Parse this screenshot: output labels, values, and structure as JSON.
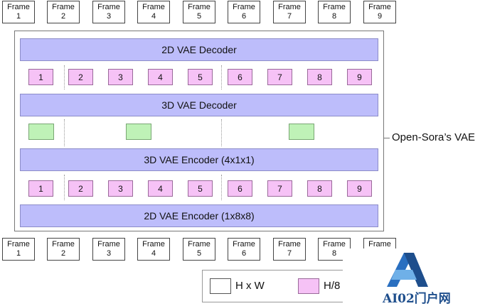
{
  "top_frames": [
    {
      "line1": "Frame",
      "line2": "1"
    },
    {
      "line1": "Frame",
      "line2": "2"
    },
    {
      "line1": "Frame",
      "line2": "3"
    },
    {
      "line1": "Frame",
      "line2": "4"
    },
    {
      "line1": "Frame",
      "line2": "5"
    },
    {
      "line1": "Frame",
      "line2": "6"
    },
    {
      "line1": "Frame",
      "line2": "7"
    },
    {
      "line1": "Frame",
      "line2": "8"
    },
    {
      "line1": "Frame",
      "line2": "9"
    }
  ],
  "bottom_frames": [
    {
      "line1": "Frame",
      "line2": "1"
    },
    {
      "line1": "Frame",
      "line2": "2"
    },
    {
      "line1": "Frame",
      "line2": "3"
    },
    {
      "line1": "Frame",
      "line2": "4"
    },
    {
      "line1": "Frame",
      "line2": "5"
    },
    {
      "line1": "Frame",
      "line2": "6"
    },
    {
      "line1": "Frame",
      "line2": "7"
    },
    {
      "line1": "Frame",
      "line2": "8"
    },
    {
      "line1": "Frame",
      "line2": ""
    }
  ],
  "blocks": {
    "decoder_2d": "2D VAE Decoder",
    "decoder_3d": "3D VAE Decoder",
    "encoder_3d": "3D VAE Encoder (4x1x1)",
    "encoder_2d": "2D VAE Encoder (1x8x8)"
  },
  "upper_tokens": [
    "1",
    "2",
    "3",
    "4",
    "5",
    "6",
    "7",
    "8",
    "9"
  ],
  "lower_tokens": [
    "1",
    "2",
    "3",
    "4",
    "5",
    "6",
    "7",
    "8",
    "9"
  ],
  "side_label": "Open-Sora’s VAE",
  "legend": {
    "item1": "H x W",
    "item2": "H/8"
  },
  "watermark": {
    "text": "AI02门户网"
  },
  "colors": {
    "decoder_block": "#bdbdfb",
    "token_pink": "#f6c2f6",
    "latent_green": "#bff2b7",
    "watermark_blue": "#1e4e8c"
  }
}
